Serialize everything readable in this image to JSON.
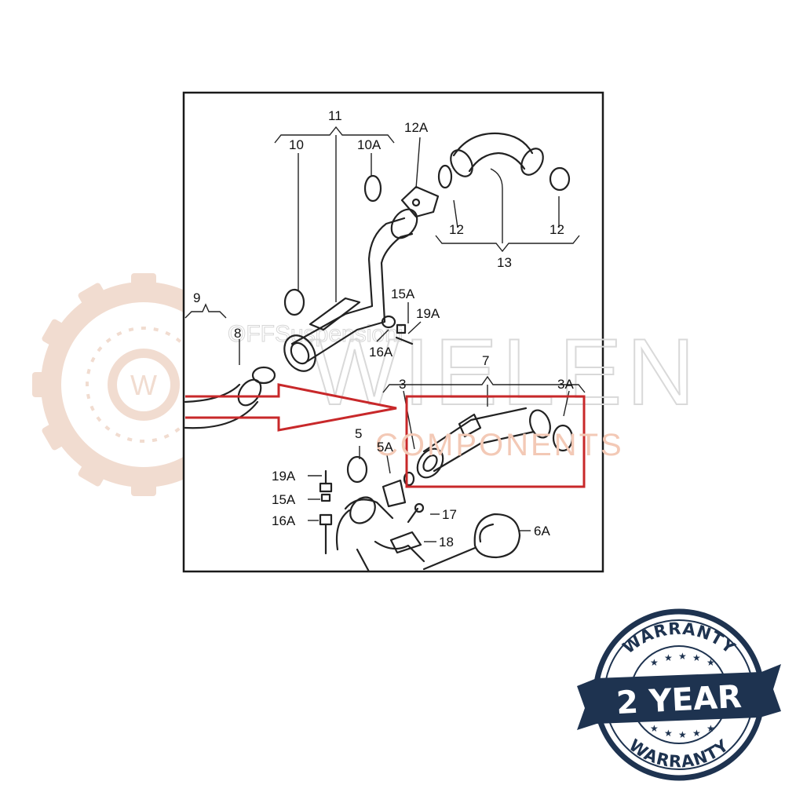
{
  "diagram": {
    "labels": {
      "l11": "11",
      "l10": "10",
      "l10a": "10A",
      "l12a": "12A",
      "l12_left": "12",
      "l12_right": "12",
      "l13": "13",
      "l9": "9",
      "l8": "8",
      "l15a_top": "15A",
      "l19a_top": "19A",
      "l16a_top": "16A",
      "l7": "7",
      "l3": "3",
      "l3a": "3A",
      "l5": "5",
      "l5a": "5A",
      "l19a_bottom": "19A",
      "l15a_bottom": "15A",
      "l16a_bottom": "16A",
      "l17": "17",
      "l18": "18",
      "l6a": "6A"
    },
    "highlight_color": "#c8282a"
  },
  "watermark": {
    "brand": "WIELEN",
    "tagline": "COMPONENTS",
    "site": "OFFSuspensioni",
    "gear_letter": "W",
    "gear_color": "#f0d9cc"
  },
  "badge": {
    "top_text": "WARRANTY",
    "middle_text": "2 YEAR",
    "bottom_text": "WARRANTY",
    "color": "#1e3350"
  }
}
